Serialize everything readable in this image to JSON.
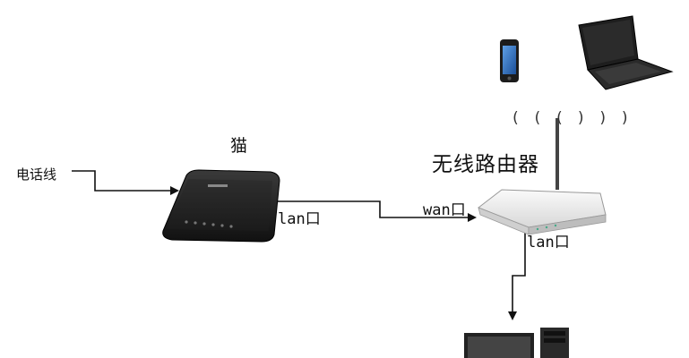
{
  "diagram": {
    "phone_line_label": "电话线",
    "modem_label": "猫",
    "router_label": "无线路由器",
    "modem_port_label": "lan口",
    "router_wan_label": "wan口",
    "router_lan_label": "lan口",
    "wifi_signal": "( ( ( ) ) )"
  },
  "colors": {
    "line": "#111111",
    "modem_body": "#1c1c1c",
    "router_body": "#eeeeee",
    "screen": "#1a1a1a"
  },
  "icons": [
    "mobile-phone-icon",
    "laptop-icon",
    "modem-icon",
    "router-icon",
    "desktop-monitor-icon",
    "pc-tower-icon"
  ]
}
